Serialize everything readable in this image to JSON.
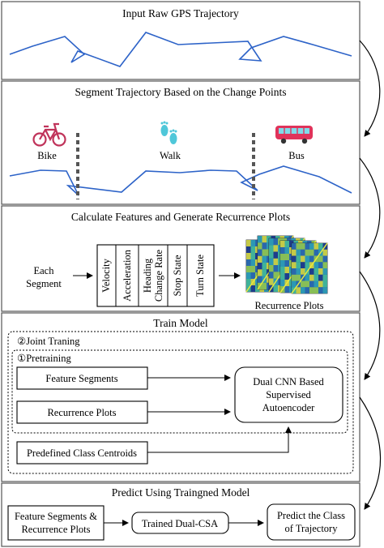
{
  "panels": {
    "input": {
      "title": "Input Raw GPS Trajectory"
    },
    "segment": {
      "title": "Segment Trajectory  Based on the Change Points",
      "modes": [
        {
          "label": "Bike",
          "icon": "bicycle-icon",
          "color": "#c0335a"
        },
        {
          "label": "Walk",
          "icon": "footprints-icon",
          "color": "#4fc7d9"
        },
        {
          "label": "Bus",
          "icon": "bus-icon",
          "color": "#e0335a"
        }
      ]
    },
    "features": {
      "title": "Calculate Features and Generate Recurrence Plots",
      "input_label_line1": "Each",
      "input_label_line2": "Segment",
      "feature_columns": [
        [
          "Velocity"
        ],
        [
          "Acceleration"
        ],
        [
          "Heading",
          "Change Rate"
        ],
        [
          "Stop State"
        ],
        [
          "Turn State"
        ]
      ],
      "output_label": "Recurrence Plots"
    },
    "train": {
      "title": "Train Model",
      "joint_label": "②Joint Traning",
      "pretrain_label": "①Pretraining",
      "inputs": [
        "Feature Segments",
        "Recurrence Plots",
        "Predefined Class Centroids"
      ],
      "model_lines": [
        "Dual CNN Based",
        "Supervised",
        "Autoencoder"
      ]
    },
    "predict": {
      "title": "Predict Using Traingned Model",
      "input_lines": [
        "Feature Segments &",
        "Recurrence Plots"
      ],
      "model_label": "Trained Dual-CSA",
      "output_lines": [
        "Predict the Class",
        "of Trajectory"
      ]
    }
  },
  "colors": {
    "trajectory": "#2d63c8",
    "panel_border": "#555555"
  }
}
